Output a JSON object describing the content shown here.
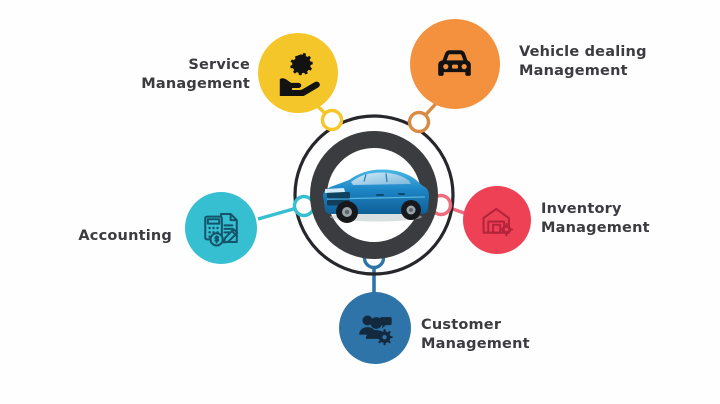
{
  "graphic": {
    "type": "hub-and-spoke-infographic",
    "background_color": "#fefefe",
    "label_color": "#3b3b40",
    "hub": {
      "ring_color": "#3b3c3f",
      "center_image": "blue-suv-car-photo",
      "alt": "Blue SUV car"
    },
    "nodes": [
      {
        "id": "service-management",
        "label": "Service\nManagement",
        "color": "#F5C62A",
        "icon": "hand-holding-gear-icon",
        "icon_color": "#111111",
        "label_side": "left",
        "connector_color": "#F5C62A"
      },
      {
        "id": "vehicle-dealing-management",
        "label": "Vehicle dealing\nManagement",
        "color": "#F4913E",
        "icon": "car-front-icon",
        "icon_color": "#111111",
        "label_side": "right",
        "connector_color": "#D98A45"
      },
      {
        "id": "inventory-management",
        "label": "Inventory\nManagement",
        "color": "#EE4156",
        "icon": "warehouse-gear-icon",
        "icon_color": "#B4243A",
        "label_side": "right",
        "connector_color": "#EE6B7E"
      },
      {
        "id": "customer-management",
        "label": "Customer\nManagement",
        "color": "#2E74A8",
        "icon": "users-gear-chat-icon",
        "icon_color": "#13293D",
        "label_side": "right",
        "connector_color": "#2E74A8"
      },
      {
        "id": "accounting",
        "label": "Accounting",
        "color": "#35BFD0",
        "icon": "calculator-invoice-pen-icon",
        "icon_color": "#14536B",
        "label_side": "left",
        "connector_color": "#35BFD0"
      }
    ]
  }
}
